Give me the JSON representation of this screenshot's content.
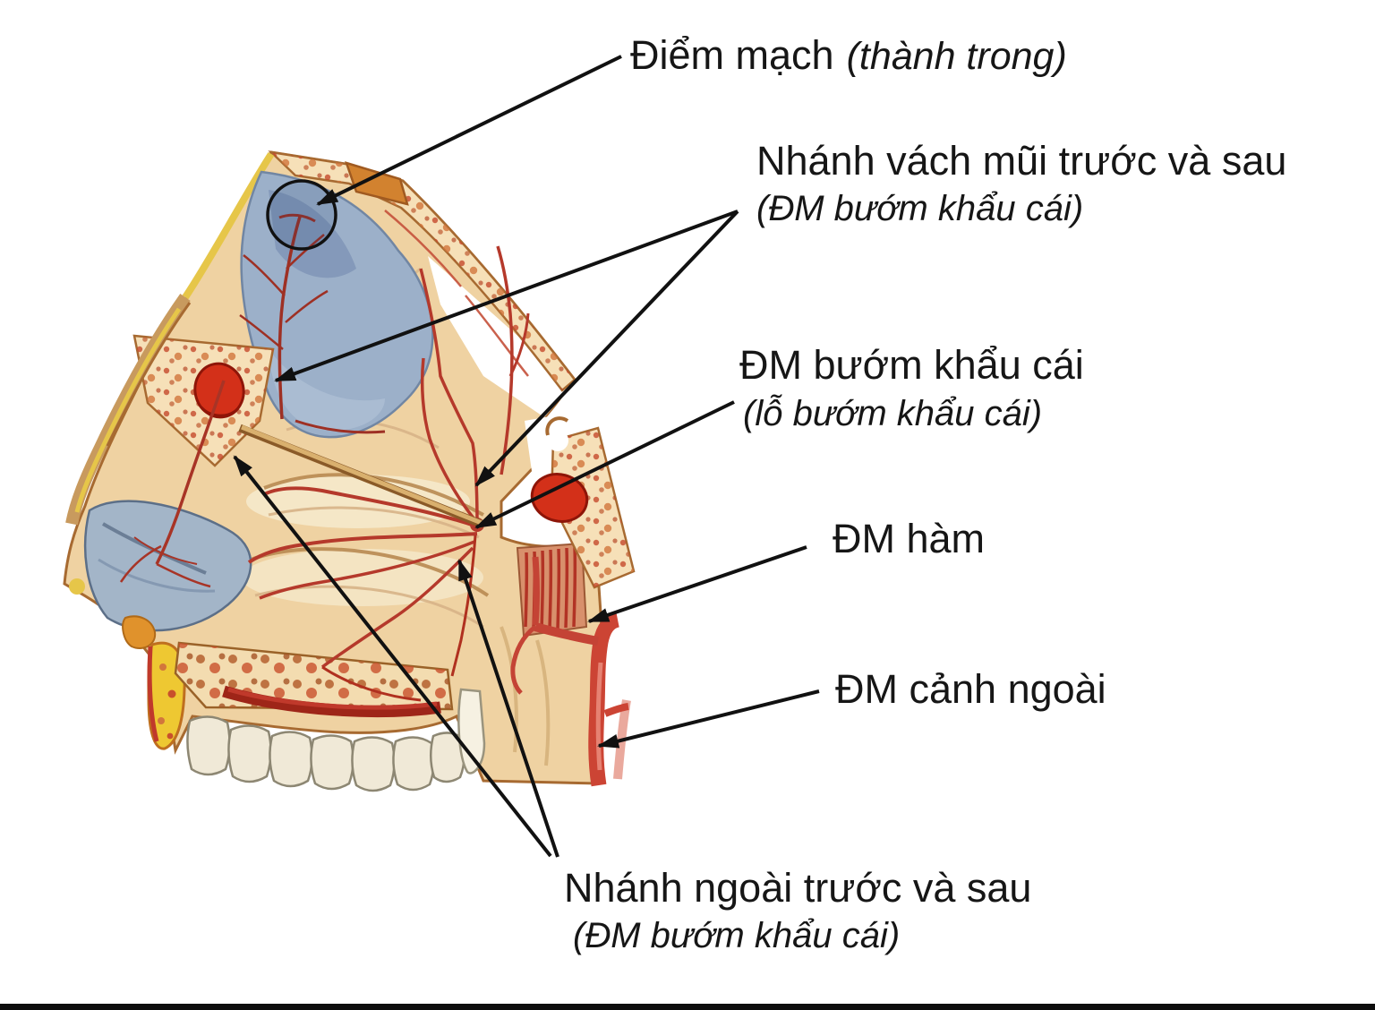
{
  "figure": {
    "description": "Sagittal anatomical illustration of nasal cavity arterial supply with Vietnamese annotations",
    "labels": {
      "diem_mach": {
        "main": "Điểm mạch",
        "sub": "(thành trong)"
      },
      "nhanh_vach": {
        "main": "Nhánh vách mũi trước và sau",
        "sub": "(ĐM bướm khẩu cái)"
      },
      "dm_buom_khau": {
        "main": "ĐM bướm khẩu cái",
        "sub": "(lỗ bướm khẩu cái)"
      },
      "dm_ham": {
        "main": "ĐM hàm"
      },
      "dm_canh_ngoai": {
        "main": "ĐM cảnh ngoài"
      },
      "nhanh_ngoai": {
        "main": "Nhánh ngoài trước và sau",
        "sub": "(ĐM bướm khẩu cái)"
      }
    },
    "colors": {
      "annotation": "#111111",
      "bone_tan": "#efd2a2",
      "bone_cream": "#f6e0b8",
      "mucosa_blue": "#9cb0c9",
      "artery_red": "#b5392b",
      "bright_red": "#d33019",
      "carotid_red": "#cc4434",
      "marrow_yellow": "#eec832",
      "outline_brown": "#a76a31"
    }
  }
}
